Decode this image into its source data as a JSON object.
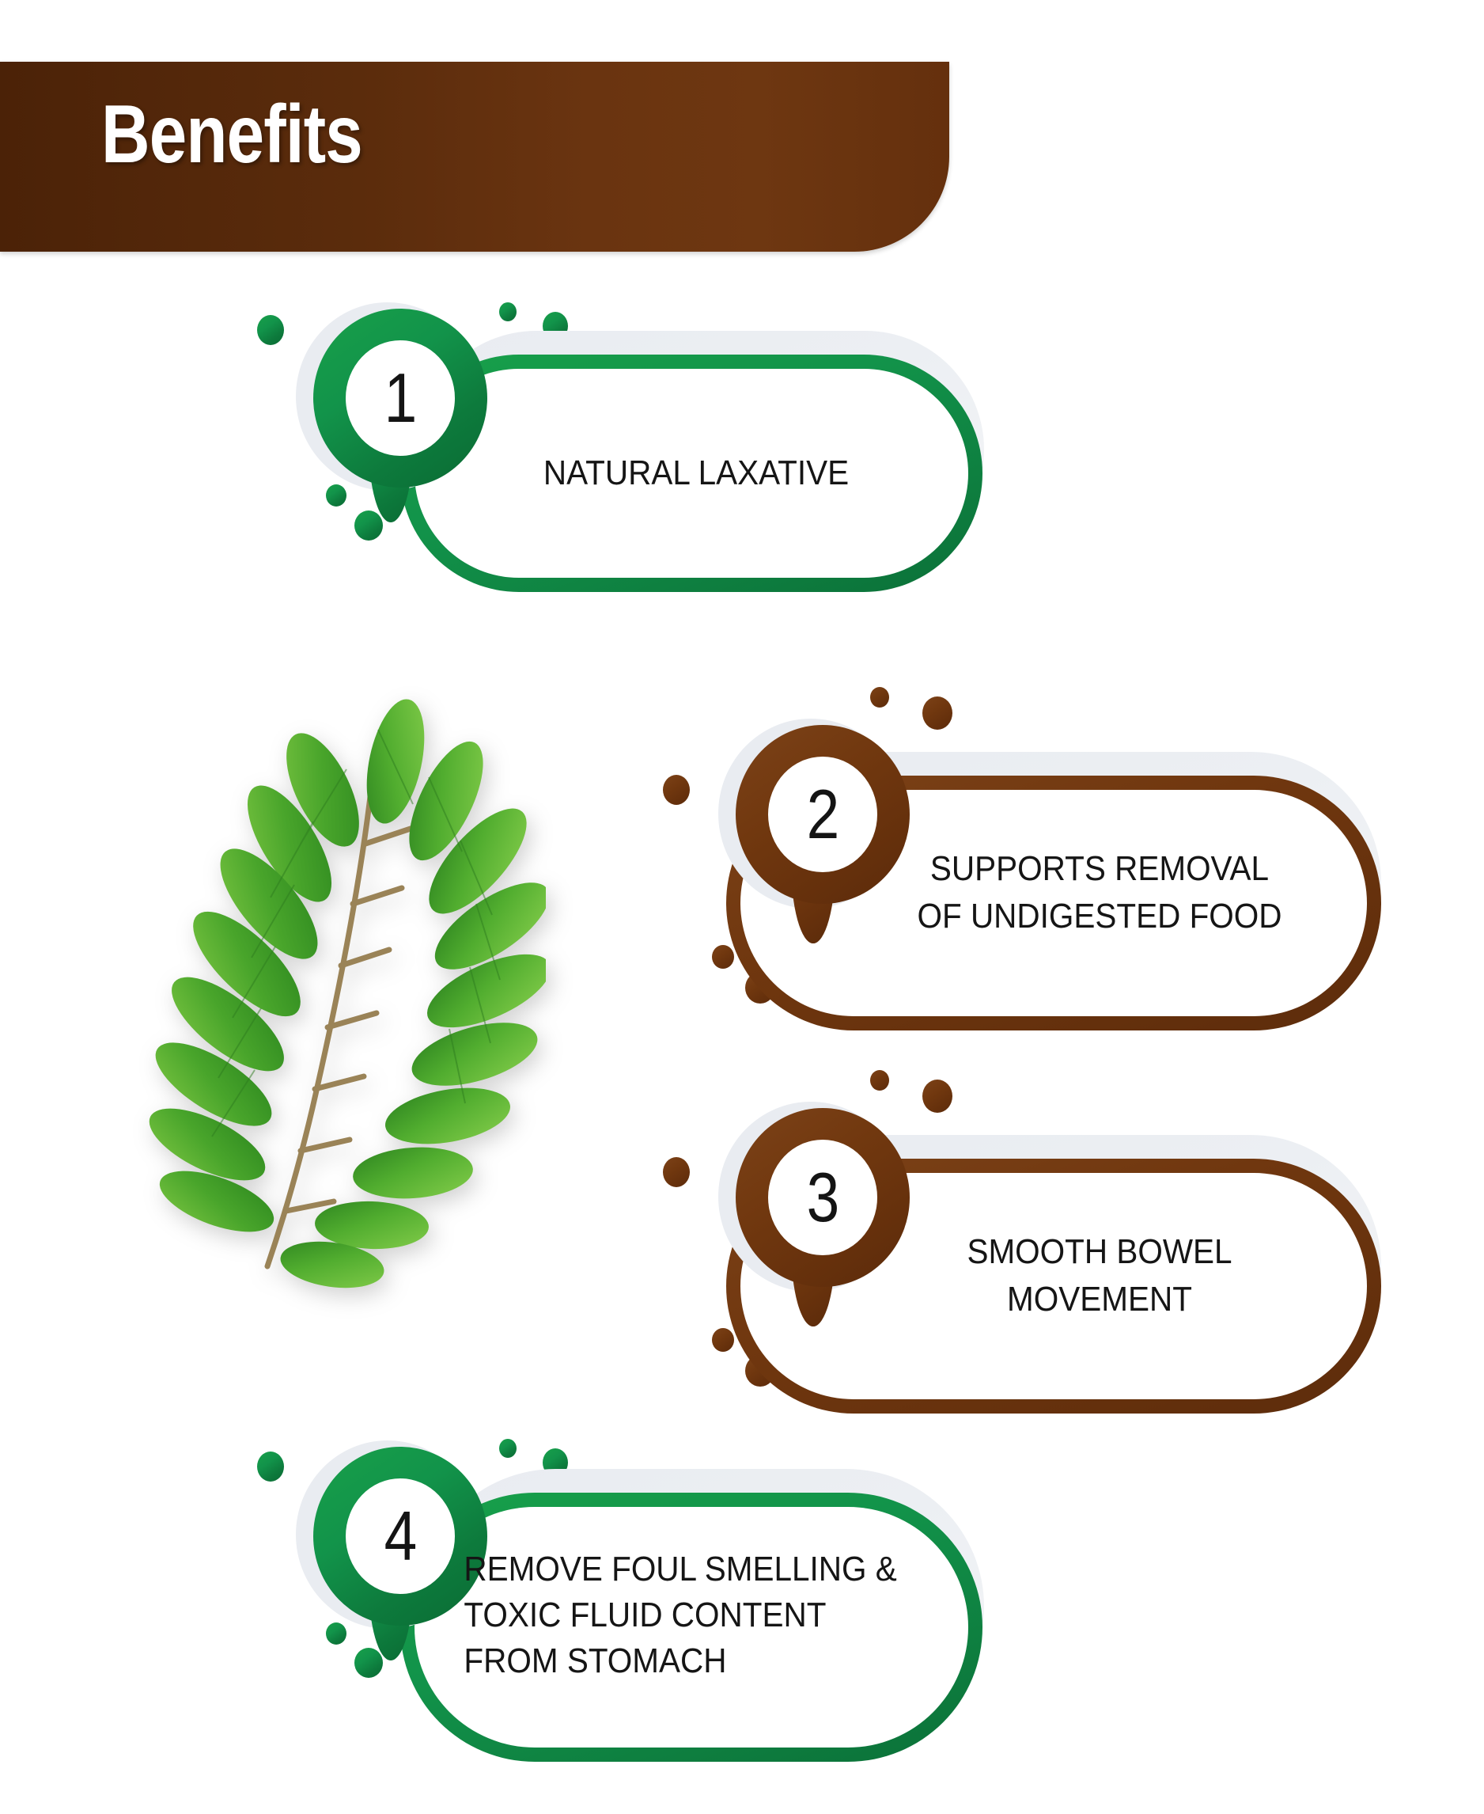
{
  "header": {
    "title": "Benefits",
    "background_color": "#5b2c0c",
    "title_color": "#ffffff"
  },
  "illustration": {
    "name": "senna-compound-leaf",
    "leaf_color": "#4aa52a",
    "stem_color": "#9a8357"
  },
  "theme": {
    "green": "#0f8f45",
    "green_dark": "#0a6b34",
    "brown": "#6d3a12",
    "brown_dark": "#5b2b0a",
    "shadow": "#e9ecf1",
    "text": "#151515"
  },
  "benefits": [
    {
      "number": "1",
      "label": "NATURAL LAXATIVE",
      "lines": [
        "NATURAL LAXATIVE"
      ],
      "color": "green"
    },
    {
      "number": "2",
      "label": "SUPPORTS REMOVAL OF UNDIGESTED FOOD",
      "lines": [
        "SUPPORTS REMOVAL",
        "OF UNDIGESTED FOOD"
      ],
      "color": "brown"
    },
    {
      "number": "3",
      "label": "SMOOTH BOWEL MOVEMENT",
      "lines": [
        "SMOOTH BOWEL",
        "MOVEMENT"
      ],
      "color": "brown"
    },
    {
      "number": "4",
      "label": "REMOVE FOUL SMELLING & TOXIC FLUID CONTENT FROM STOMACH",
      "lines": [
        "REMOVE FOUL SMELLING &",
        "TOXIC FLUID CONTENT",
        "FROM STOMACH"
      ],
      "color": "green"
    }
  ]
}
